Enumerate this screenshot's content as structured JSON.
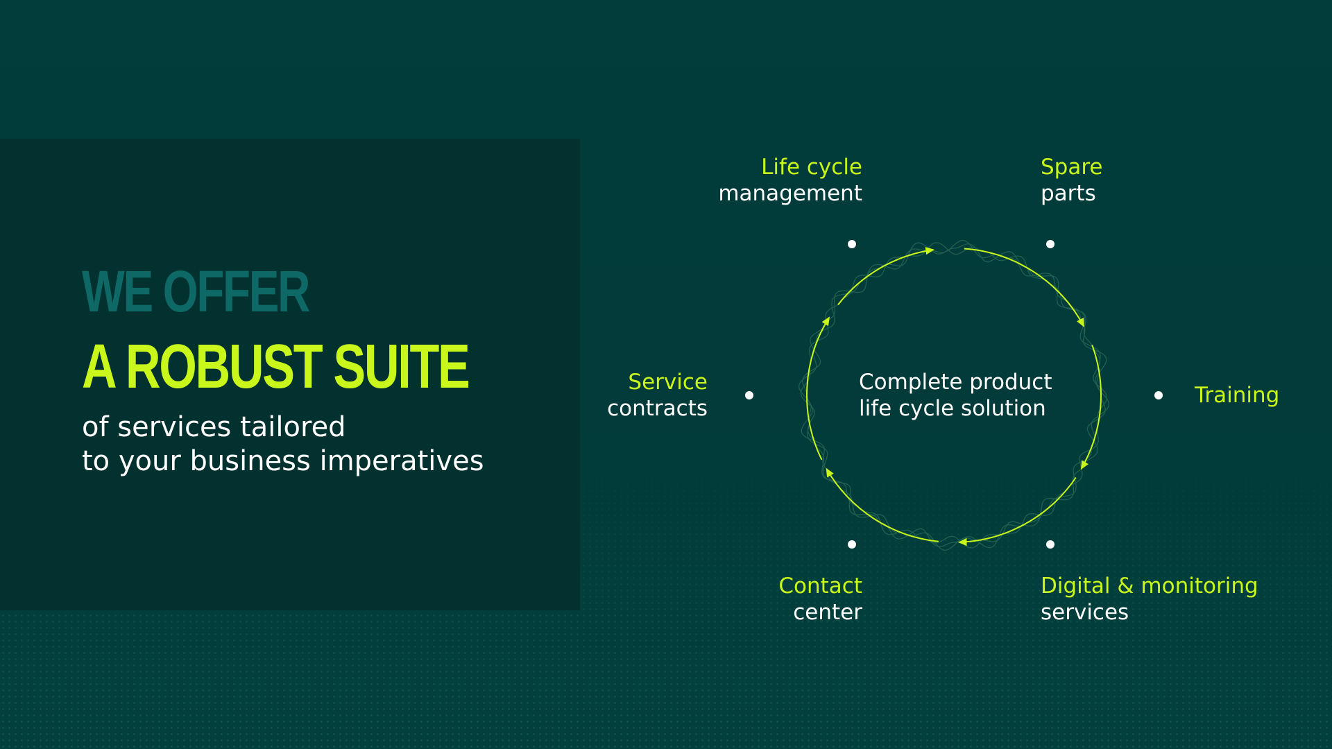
{
  "hero": {
    "kicker": "WE OFFER",
    "title": "A ROBUST SUITE",
    "subtitle_line1": "of services tailored",
    "subtitle_line2": "to your business imperatives"
  },
  "cycle": {
    "center_line1": "Complete product",
    "center_line2": "life cycle solution",
    "items": [
      {
        "line1": "Life cycle",
        "line2": "management"
      },
      {
        "line1": "Spare",
        "line2": "parts"
      },
      {
        "line1": "Training",
        "line2": ""
      },
      {
        "line1": "Digital & monitoring",
        "line2": "services"
      },
      {
        "line1": "Contact",
        "line2": "center"
      },
      {
        "line1": "Service",
        "line2": "contracts"
      }
    ]
  },
  "colors": {
    "background": "#023c3b",
    "panel": "#02312f",
    "accent": "#c9f71b",
    "kicker": "#0d6866",
    "text": "#ffffff"
  }
}
